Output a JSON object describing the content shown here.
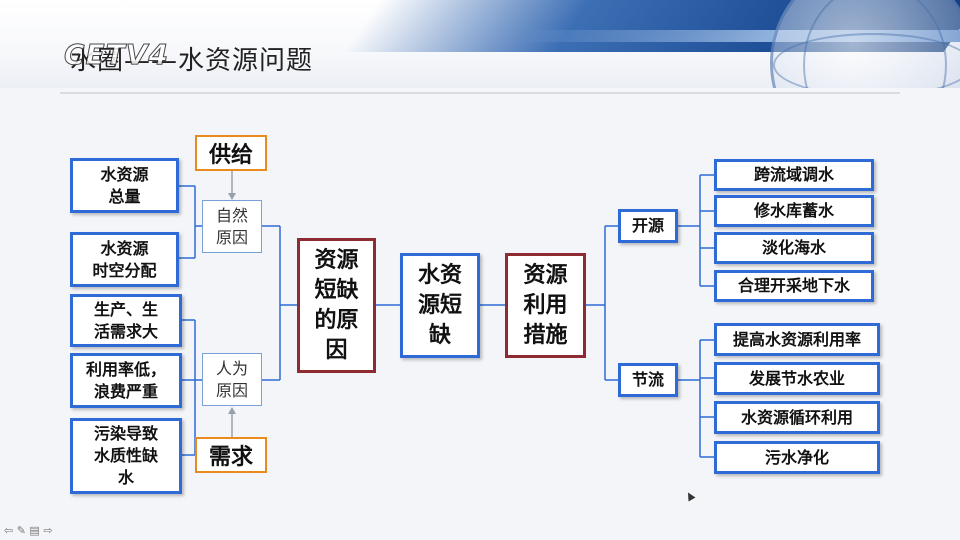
{
  "header": {
    "logo_text": "CETV4",
    "title": "水圈——水资源问题"
  },
  "diagram": {
    "supply_label": "供给",
    "demand_label": "需求",
    "natural_cause": "自然\n原因",
    "human_cause": "人为\n原因",
    "natural_factors": [
      "水资源\n总量",
      "水资源\n时空分配"
    ],
    "human_factors": [
      "生产、生\n活需求大",
      "利用率低，\n浪费严重",
      "污染导致\n水质性缺\n水"
    ],
    "cause_box": "资源\n短缺\n的原\n因",
    "shortage_box": "水资\n源短\n缺",
    "measures_box": "资源\n利用\n措施",
    "open_label": "开源",
    "save_label": "节流",
    "open_items": [
      "跨流域调水",
      "修水库蓄水",
      "淡化海水",
      "合理开采地下水"
    ],
    "save_items": [
      "提高水资源利用率",
      "发展节水农业",
      "水资源循环利用",
      "污水净化"
    ]
  },
  "colors": {
    "connector": "#2e6bd6",
    "box_border_blue": "#2e6bd6",
    "box_border_red": "#8e2a32",
    "box_border_orange": "#e88b1c",
    "header_band": "#1e4f97"
  },
  "footer": {
    "nav_icons": "⇦ ✎ ▤ ⇨"
  }
}
